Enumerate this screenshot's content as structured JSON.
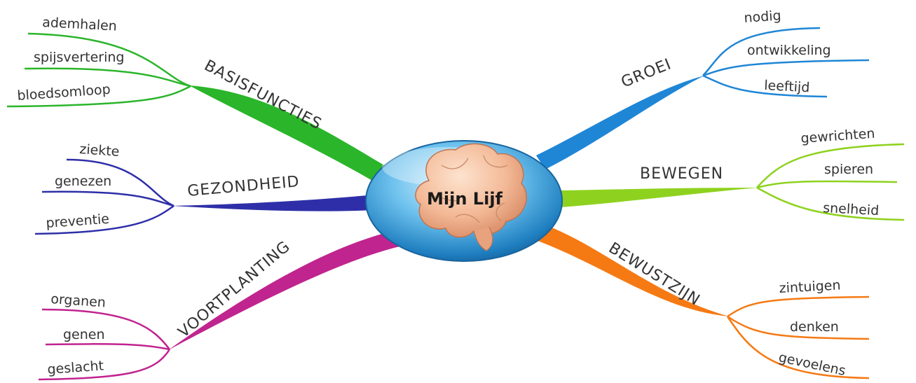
{
  "center": {
    "label": "Mijn Lijf"
  },
  "branches": [
    {
      "label": "BASISFUNCTIES",
      "color": "#2bb52b",
      "leaves": [
        "ademhalen",
        "spijsvertering",
        "bloedsomloop"
      ]
    },
    {
      "label": "GEZONDHEID",
      "color": "#2e2fa8",
      "leaves": [
        "ziekte",
        "genezen",
        "preventie"
      ]
    },
    {
      "label": "VOORTPLANTING",
      "color": "#c0248f",
      "leaves": [
        "organen",
        "genen",
        "geslacht"
      ]
    },
    {
      "label": "GROEI",
      "color": "#1f86d6",
      "leaves": [
        "nodig",
        "ontwikkeling",
        "leeftijd"
      ]
    },
    {
      "label": "BEWEGEN",
      "color": "#8ed21f",
      "leaves": [
        "gewrichten",
        "spieren",
        "snelheid"
      ]
    },
    {
      "label": "BEWUSTZIJN",
      "color": "#f57a14",
      "leaves": [
        "zintuigen",
        "denken",
        "gevoelens"
      ]
    }
  ]
}
